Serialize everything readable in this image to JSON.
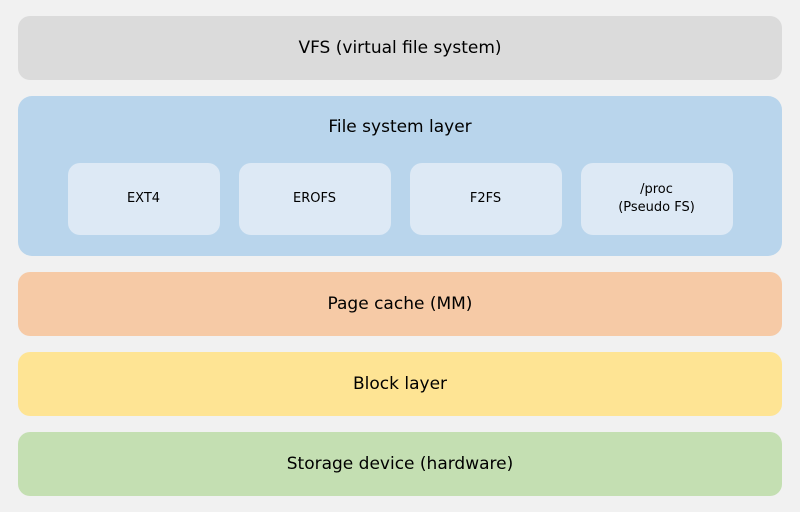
{
  "diagram": {
    "background_color": "#f1f1f1",
    "text_color": "#000000",
    "layers": {
      "vfs": {
        "label": "VFS (virtual file system)",
        "color": "#dbdbdb"
      },
      "filesystem": {
        "label": "File system layer",
        "color": "#b9d5ec",
        "child_color": "#dde9f5",
        "children": [
          {
            "label": "EXT4"
          },
          {
            "label": "EROFS"
          },
          {
            "label": "F2FS"
          },
          {
            "label": "/proc\n(Pseudo FS)"
          }
        ]
      },
      "page_cache": {
        "label": "Page cache (MM)",
        "color": "#f6caa6"
      },
      "block": {
        "label": "Block layer",
        "color": "#fee494"
      },
      "storage": {
        "label": "Storage device (hardware)",
        "color": "#c4dfb2"
      }
    }
  }
}
